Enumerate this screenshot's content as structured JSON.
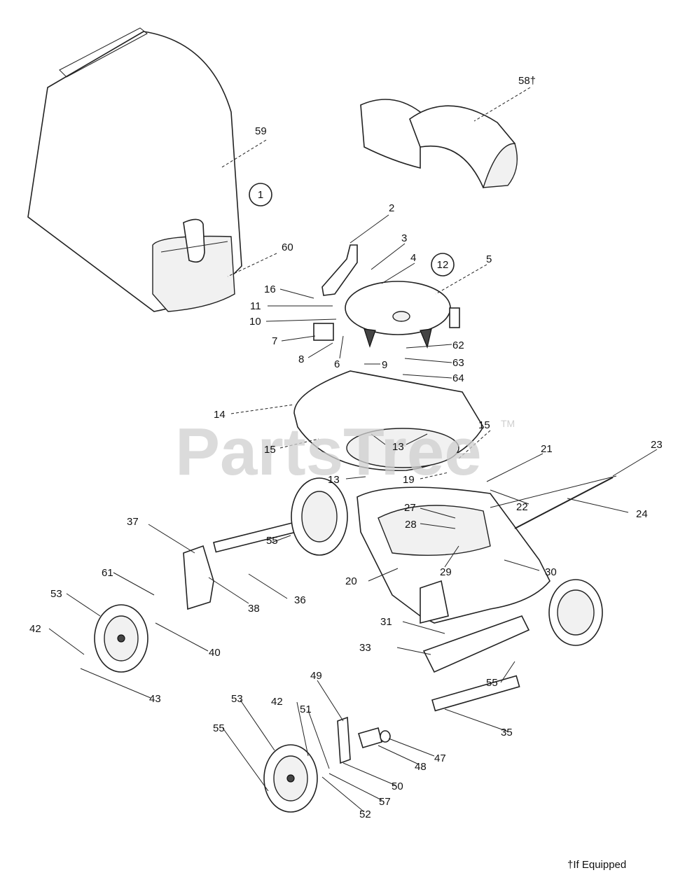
{
  "watermark": {
    "text": "PartsTree",
    "tm": "TM"
  },
  "footnote": "†If Equipped",
  "refs": {
    "r1": "1",
    "r12": "12"
  },
  "callouts": {
    "c2": "2",
    "c3": "3",
    "c4": "4",
    "c5": "5",
    "c6": "6",
    "c7": "7",
    "c8": "8",
    "c9": "9",
    "c10": "10",
    "c11": "11",
    "c13a": "13",
    "c13b": "13",
    "c14": "14",
    "c15a": "15",
    "c15b": "15",
    "c16": "16",
    "c19": "19",
    "c20": "20",
    "c21": "21",
    "c22": "22",
    "c23": "23",
    "c24": "24",
    "c27": "27",
    "c28": "28",
    "c29": "29",
    "c30": "30",
    "c31": "31",
    "c33": "33",
    "c35": "35",
    "c36": "36",
    "c37": "37",
    "c38": "38",
    "c40": "40",
    "c42a": "42",
    "c42b": "42",
    "c43": "43",
    "c47": "47",
    "c48": "48",
    "c49": "49",
    "c50": "50",
    "c51": "51",
    "c52": "52",
    "c53a": "53",
    "c53b": "53",
    "c55a": "55",
    "c55b": "55",
    "c55c": "55",
    "c57": "57",
    "c58": "58†",
    "c59": "59",
    "c60": "60",
    "c61": "61",
    "c62": "62",
    "c63": "63",
    "c64": "64"
  }
}
